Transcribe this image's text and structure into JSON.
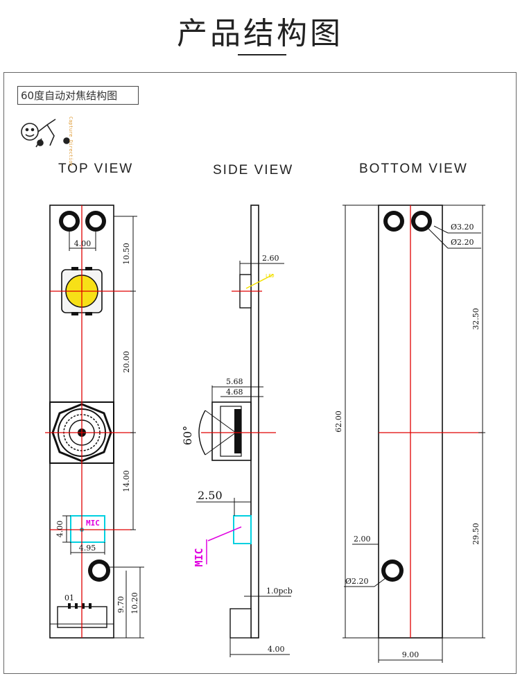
{
  "header": {
    "title": "产品结构图"
  },
  "subtitle": "60度自动对焦结构图",
  "logo_text": "Capture Direction",
  "views": {
    "top": "TOP VIEW",
    "side": "SIDE VIEW",
    "bottom": "BOTTOM  VIEW"
  },
  "top_view": {
    "hole_spacing": "4.00",
    "led_to_holes": "10.50",
    "led_to_lens": "20.00",
    "lens_to_mic": "14.00",
    "mic_label": "MIC",
    "mic_height": "4.00",
    "mic_width": "4.95",
    "connector_a": "9.70",
    "connector_b": "10.20",
    "pin_label": "01"
  },
  "side_view": {
    "led_depth": "2.60",
    "lens_outer": "5.68",
    "lens_inner": "4.68",
    "angle": "60°",
    "mic_offset": "2.50",
    "mic_label": "MIC",
    "pcb": "1.0pcb",
    "connector_depth": "4.00"
  },
  "bottom_view": {
    "hole_large": "Ø3.20",
    "hole_small": "Ø2.20",
    "top_to_center": "32.50",
    "length": "62.00",
    "bottom_to_center": "29.50",
    "bottom_hole_offset": "2.00",
    "bottom_hole": "Ø2.20",
    "width": "9.00"
  },
  "colors": {
    "center_line": "#e00000",
    "mic_box": "#00d0e0",
    "mic_text": "#e000e0",
    "led": "#f7e017",
    "annotation": "#f2e000"
  }
}
